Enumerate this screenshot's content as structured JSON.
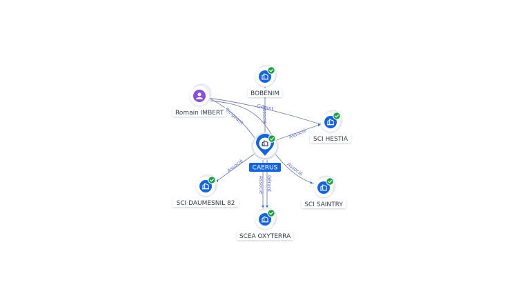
{
  "colors": {
    "company_blue": "#1565d8",
    "person_purple": "#8a4fd8",
    "check_green": "#1e9e48",
    "edge": "#7480a8",
    "edge_label": "#5b6fd6"
  },
  "center": {
    "label": "CAERUS",
    "icon": "building-icon"
  },
  "nodes": [
    {
      "id": "bobenim",
      "label": "BOBENIM",
      "type": "company",
      "icon": "building-icon",
      "verified": true
    },
    {
      "id": "sci-hestia",
      "label": "SCI HESTIA",
      "type": "company",
      "icon": "building-icon",
      "verified": true
    },
    {
      "id": "sci-saintry",
      "label": "SCI SAINTRY",
      "type": "company",
      "icon": "building-icon",
      "verified": true
    },
    {
      "id": "scea-oxyterra",
      "label": "SCEA OXYTERRA",
      "type": "company",
      "icon": "building-icon",
      "verified": true
    },
    {
      "id": "sci-daumesnil",
      "label": "SCI DAUMESNIL 82",
      "type": "company",
      "icon": "building-icon",
      "verified": true
    },
    {
      "id": "romain-imbert",
      "label": "Romain IMBERT",
      "type": "person",
      "icon": "person-icon",
      "verified": false
    }
  ],
  "edges": [
    {
      "from": "center",
      "to": "bobenim",
      "label": "Associé"
    },
    {
      "from": "center",
      "to": "sci-hestia",
      "label": "Associé"
    },
    {
      "from": "center",
      "to": "sci-saintry",
      "label": "Associé"
    },
    {
      "from": "center",
      "to": "scea-oxyterra",
      "label": "Gérant"
    },
    {
      "from": "center",
      "to": "scea-oxyterra",
      "label": "Associé"
    },
    {
      "from": "center",
      "to": "sci-daumesnil",
      "label": "Associé"
    },
    {
      "from": "romain-imbert",
      "to": "center",
      "label": "Dirigeant"
    },
    {
      "from": "romain-imbert",
      "to": "sci-hestia",
      "label": "Gérant"
    },
    {
      "from": "romain-imbert",
      "to": "sci-saintry",
      "label": ""
    }
  ]
}
